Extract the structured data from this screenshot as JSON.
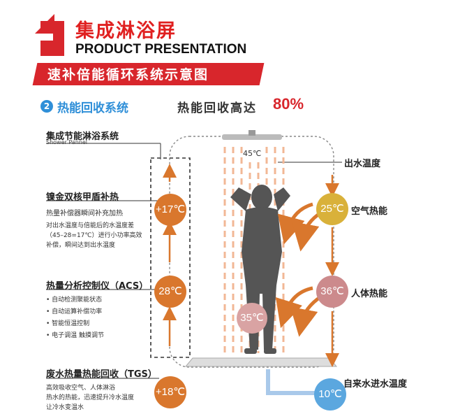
{
  "header": {
    "title_cn": "集成淋浴屏",
    "title_en": "PRODUCT PRESENTATION",
    "banner": "速补倍能循环系统示意图"
  },
  "section": {
    "step_number": "2",
    "step_title": "热能回收系统",
    "recovery_text": "热能回收高达",
    "recovery_value": "80%"
  },
  "left": {
    "system_title": "集成节能淋浴系统",
    "system_subtitle": "Shower Pannel",
    "nickel_title": "镍金双核甲盾补热",
    "nickel_sub": "热量补偿器瞬间补充加热",
    "nickel_desc": [
      "对出水温度与倍能后的水温度差",
      "（45–28=17℃）进行小功率高效",
      "补偿，瞬间达到出水温度"
    ],
    "acs_title": "热量分析控制仪（ACS）",
    "acs_bullets": [
      "自动检测聚能状态",
      "自动运算补偿功率",
      "智能恒温控制",
      "电子调温  触摸调节"
    ],
    "tgs_title": "废水热量热能回收（TGS）",
    "tgs_desc": [
      "高效吸收空气、人体淋浴",
      "热水的热能，迅速提升冷水温度",
      "让冷水变温水"
    ]
  },
  "temps": {
    "top": "45℃",
    "boost": "+17℃",
    "mid": "28℃",
    "bottom_left": "+18℃",
    "air": "25℃",
    "body": "36℃",
    "body_center": "35℃",
    "inlet": "10℃"
  },
  "right": {
    "outlet_label": "出水温度",
    "air_label": "空气热能",
    "body_label": "人体热能",
    "inlet_label": "自来水进水温度"
  },
  "colors": {
    "red": "#d8262c",
    "blue": "#2f8fd8",
    "orange": "#d9772d",
    "yellow": "#d9b13a",
    "pink": "#cc8a8c",
    "light_blue": "#5ba7df"
  }
}
